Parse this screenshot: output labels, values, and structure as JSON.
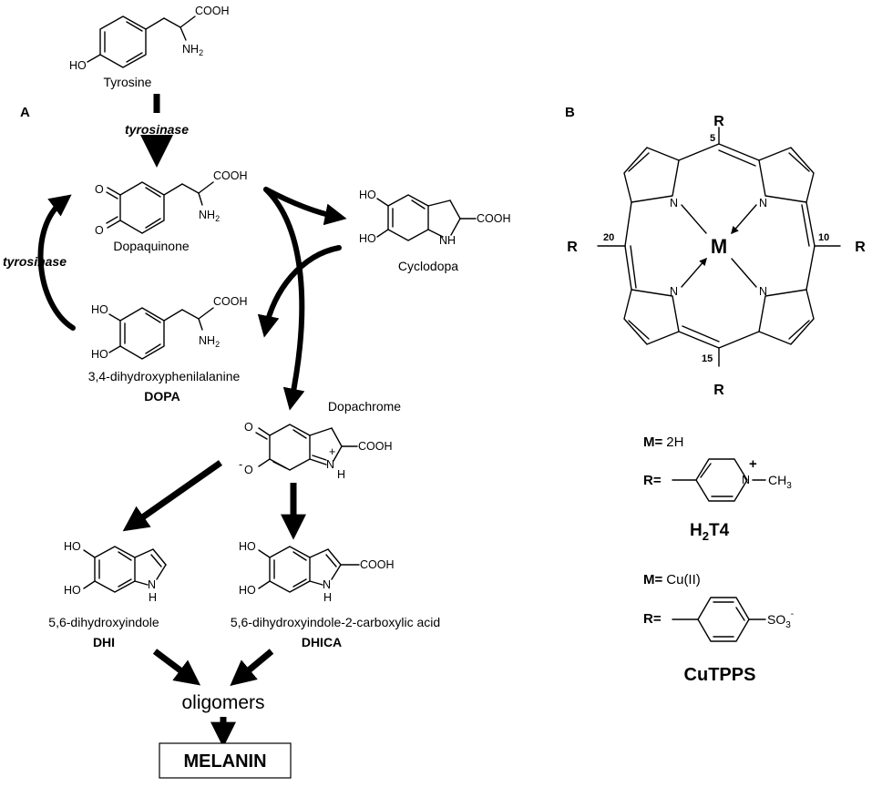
{
  "panel_a": {
    "label": "A",
    "tyrosine": {
      "name": "Tyrosine",
      "cooh": "COOH",
      "nh2": "NH",
      "nh2_sub": "2",
      "ho": "HO"
    },
    "enzyme_top": "tyrosinase",
    "enzyme_left": "tyrosinase",
    "dopaquinone": {
      "name": "Dopaquinone",
      "o1": "O",
      "o2": "O",
      "cooh": "COOH",
      "nh2": "NH",
      "nh2_sub": "2"
    },
    "cyclodopa": {
      "name": "Cyclodopa",
      "ho1": "HO",
      "ho2": "HO",
      "nh": "NH",
      "h": "H",
      "cooh": "COOH"
    },
    "dopa": {
      "name": "3,4-dihydroxyphenilalanine",
      "abbr": "DOPA",
      "ho1": "HO",
      "ho2": "HO",
      "cooh": "COOH",
      "nh2": "NH",
      "nh2_sub": "2"
    },
    "dopachrome": {
      "name": "Dopachrome",
      "o1": "O",
      "o2": "O",
      "charge_neg": "-",
      "charge_pos": "+",
      "n": "N",
      "h": "H",
      "cooh": "COOH"
    },
    "dhi": {
      "name": "5,6-dihydroxyindole",
      "abbr": "DHI",
      "ho1": "HO",
      "ho2": "HO",
      "n": "N",
      "h": "H"
    },
    "dhica": {
      "name": "5,6-dihydroxyindole-2-carboxylic acid",
      "abbr": "DHICA",
      "ho1": "HO",
      "ho2": "HO",
      "n": "N",
      "h": "H",
      "cooh": "COOH"
    },
    "oligomers": "oligomers",
    "melanin": "MELANIN"
  },
  "panel_b": {
    "label": "B",
    "porphyrin": {
      "metal": "M",
      "r_label": "R",
      "positions": [
        "5",
        "10",
        "15",
        "20"
      ],
      "n": "N"
    },
    "h2t4": {
      "m_label": "M=",
      "m_value": "2H",
      "r_label": "R=",
      "n": "N",
      "plus": "+",
      "ch3": "CH",
      "ch3_sub": "3",
      "name_a": "H",
      "name_sub": "2",
      "name_b": "T4"
    },
    "cutpps": {
      "m_label": "M=",
      "m_value": "Cu(II)",
      "r_label": "R=",
      "so3": "SO",
      "so3_sub": "3",
      "so3_charge": "-",
      "name": "CuTPPS"
    }
  }
}
